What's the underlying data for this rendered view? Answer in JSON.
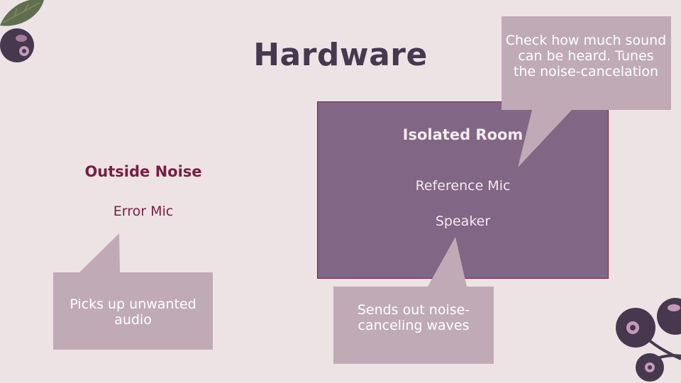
{
  "slide": {
    "title": "Hardware"
  },
  "room": {
    "title": "Isolated Room",
    "reference_mic": "Reference Mic",
    "speaker": "Speaker"
  },
  "outside": {
    "title": "Outside Noise",
    "error_mic": "Error Mic"
  },
  "callouts": {
    "reference": "Check how much sound can be heard. Tunes the noise-cancelation",
    "speaker": "Sends out noise-canceling waves",
    "error": "Picks up unwanted audio"
  },
  "colors": {
    "background": "#ede3e5",
    "title": "#47384f",
    "room_fill": "#826685",
    "accent": "#7a1c42",
    "callout_fill": "#bfaab6",
    "berry": "#47384f",
    "leaf": "#5f6e4c"
  },
  "decorations": {
    "top_left": [
      "leaf-icon",
      "berry-icon"
    ],
    "bottom_right": [
      "berry-cluster-icon"
    ]
  }
}
